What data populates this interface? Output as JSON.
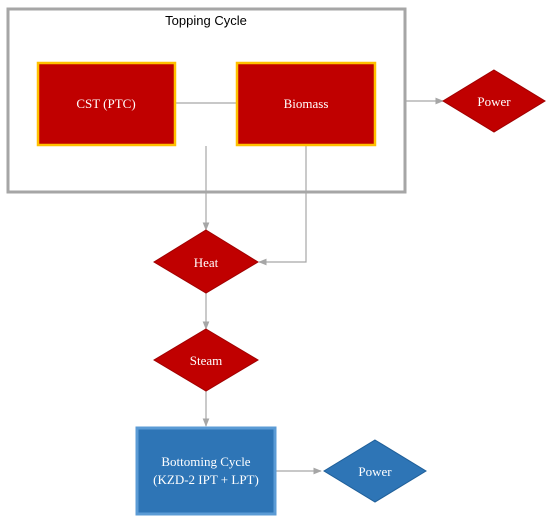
{
  "topping_cycle": {
    "title": "Topping Cycle"
  },
  "nodes": {
    "cst": {
      "label": "CST (PTC)"
    },
    "biomass": {
      "label": "Biomass"
    },
    "power_top": {
      "label": "Power"
    },
    "heat": {
      "label": "Heat"
    },
    "steam": {
      "label": "Steam"
    },
    "bottoming": {
      "line1": "Bottoming Cycle",
      "line2": "(KZD-2 IPT + LPT)"
    },
    "power_bottom": {
      "label": "Power"
    }
  },
  "colors": {
    "red_fill": "#c00000",
    "gold_border": "#ffc000",
    "blue_fill": "#2e75b6",
    "blue_border": "#5b9bd5",
    "container_border": "#a6a6a6",
    "connector": "#a6a6a6"
  }
}
